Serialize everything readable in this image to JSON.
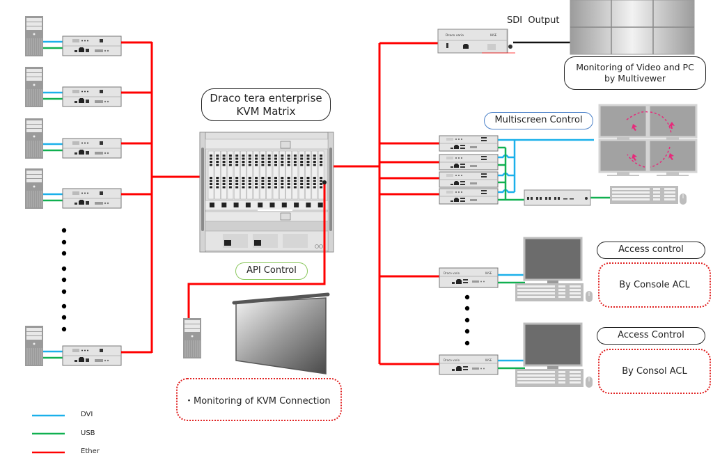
{
  "title": "Draco tera enterprise KVM Matrix system diagram",
  "matrix": {
    "label_line1": "Draco tera enterprise",
    "label_line2": "KVM Matrix"
  },
  "sdi": {
    "output_label": "SDI  Output",
    "extender_brand": "Draco vario",
    "extender_model": "IHSE",
    "caption_line1": "Monitoring of Video and PC",
    "caption_line2": "by Multivewer"
  },
  "multiscreen": {
    "label": "Multiscreen Control",
    "extender_count": 4
  },
  "api": {
    "label": "API Control",
    "monitoring_caption": "・Monitoring of KVM Connection"
  },
  "access": [
    {
      "label": "Access control",
      "caption": "By Console ACL"
    },
    {
      "label": "Access Control",
      "caption": "By Consol ACL"
    }
  ],
  "sources": {
    "visible_count": 5,
    "ellipsis": "•"
  },
  "legend": [
    {
      "name": "DVI",
      "color": "#1ab0ea"
    },
    {
      "name": "USB",
      "color": "#10b050"
    },
    {
      "name": "Ether",
      "color": "#ff0000"
    }
  ],
  "colors": {
    "dvi": "#1ab0ea",
    "usb": "#10b050",
    "ether": "#ff0000",
    "sdi": "#111111",
    "multiscreen_border": "#4a80c8",
    "api_border": "#8cc860",
    "pointer": "#e8287a"
  }
}
